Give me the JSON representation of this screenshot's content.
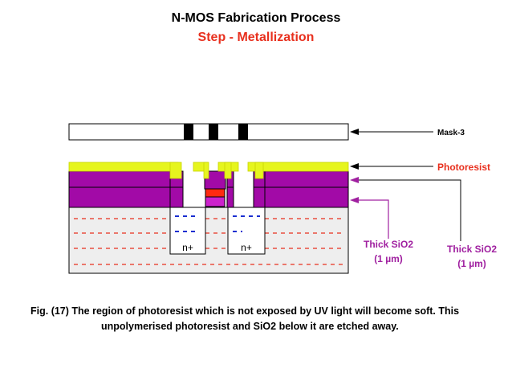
{
  "title": "N-MOS Fabrication Process",
  "subtitle": "Step - Metallization",
  "labels": {
    "mask": "Mask-3",
    "photoresist": "Photoresist",
    "sio2_a_line1": "Thick SiO2",
    "sio2_a_line2": "(1 µm)",
    "sio2_b_line1": "Thick SiO2",
    "sio2_b_line2": "(1 µm)",
    "n_left": "n+",
    "n_right": "n+"
  },
  "caption": {
    "line1": "Fig. (17) The region of photoresist which is not exposed by UV light will become soft. This",
    "line2": "unpolymerised photoresist and SiO2 below it are etched away."
  },
  "colors": {
    "photoresist": "#e6f51e",
    "oxide": "#a20aa7",
    "gate": "#ff2a10",
    "substrate": "#eeeeee",
    "dash": "#e8301e",
    "arrow_sio2": "#a020a0",
    "label_red": "#e8301e",
    "label_purple": "#a020a0",
    "n_dash": "#1a2fd0"
  }
}
